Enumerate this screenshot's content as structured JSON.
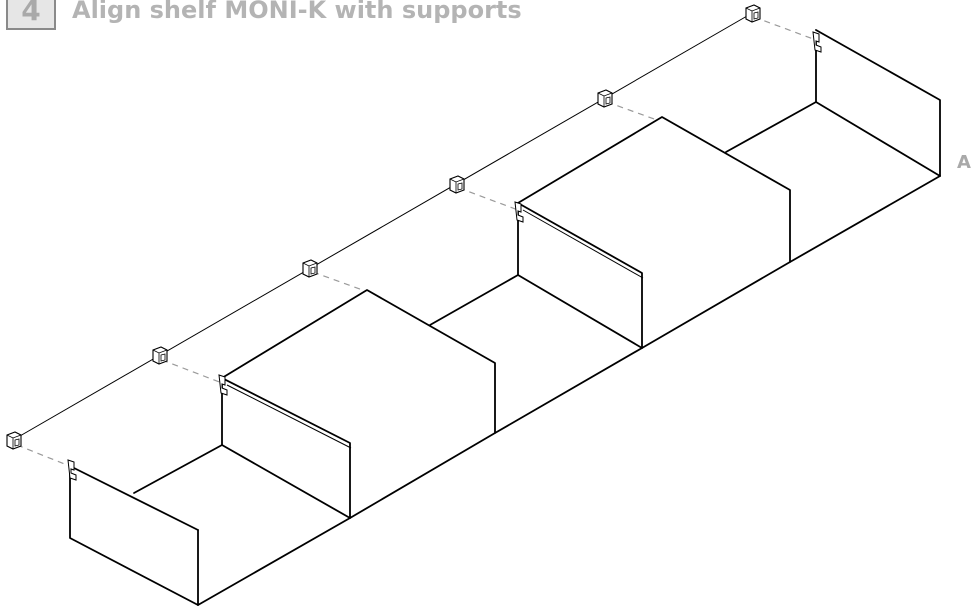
{
  "step": {
    "number": "4",
    "title": "Align shelf MONI-K with supports"
  },
  "callout": "A",
  "figure": {
    "subject": "shelf",
    "bracket_count": 6,
    "shelf_modules": 3,
    "colors": {
      "line": "#000000",
      "guide_dash": "#9a9a9a",
      "header_text": "#b4b4b4",
      "badge_fill": "#e6e6e6",
      "badge_border": "#8a8a8a"
    },
    "icons": [
      "wall-bracket-icon",
      "shelf-hook-icon"
    ]
  }
}
